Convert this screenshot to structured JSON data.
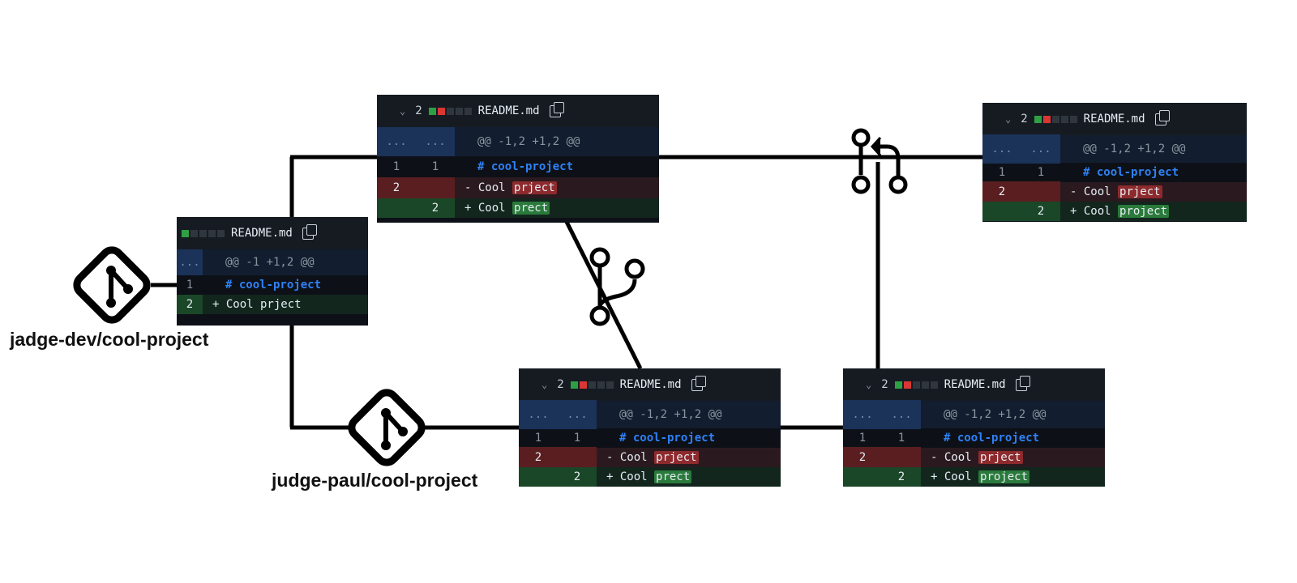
{
  "repos": {
    "dev": "jadge-dev/cool-project",
    "paul": "judge-paul/cool-project"
  },
  "origin_card": {
    "file": "README.md",
    "hunk": "@@ -1 +1,2 @@",
    "old_marks": "...",
    "lines": [
      {
        "num": "1",
        "text": "# cool-project"
      },
      {
        "num": "2",
        "prefix": "+ ",
        "text": "Cool prject"
      }
    ]
  },
  "card_top": {
    "count": "2",
    "file": "README.md",
    "hunk": "@@ -1,2 +1,2 @@",
    "marks": "...",
    "ctx": {
      "old": "1",
      "new": "1",
      "text": "# cool-project"
    },
    "del": {
      "old": "2",
      "prefix": "- Cool ",
      "word": "prject"
    },
    "add": {
      "new": "2",
      "prefix": "+ Cool ",
      "word": "prect"
    }
  },
  "card_fork": {
    "count": "2",
    "file": "README.md",
    "hunk": "@@ -1,2 +1,2 @@",
    "marks": "...",
    "ctx": {
      "old": "1",
      "new": "1",
      "text": "# cool-project"
    },
    "del": {
      "old": "2",
      "prefix": "- Cool ",
      "word": "prject"
    },
    "add": {
      "new": "2",
      "prefix": "+ Cool ",
      "word": "prect"
    }
  },
  "card_fixed": {
    "count": "2",
    "file": "README.md",
    "hunk": "@@ -1,2 +1,2 @@",
    "marks": "...",
    "ctx": {
      "old": "1",
      "new": "1",
      "text": "# cool-project"
    },
    "del": {
      "old": "2",
      "prefix": "- Cool ",
      "word": "prject"
    },
    "add": {
      "new": "2",
      "prefix": "+ Cool ",
      "word": "project"
    }
  },
  "card_merged": {
    "count": "2",
    "file": "README.md",
    "hunk": "@@ -1,2 +1,2 @@",
    "marks": "...",
    "ctx": {
      "old": "1",
      "new": "1",
      "text": "# cool-project"
    },
    "del": {
      "old": "2",
      "prefix": "- Cool ",
      "word": "prject"
    },
    "add": {
      "new": "2",
      "prefix": "+ Cool ",
      "word": "project"
    }
  },
  "colors": {
    "add": "#2ea043",
    "del": "#da3633",
    "link": "#2f81f7",
    "bg": "#0d1117"
  },
  "icons": [
    "git-repo-icon",
    "git-fork-icon",
    "git-pull-request-icon",
    "copy-icon",
    "chevron-down-icon"
  ]
}
